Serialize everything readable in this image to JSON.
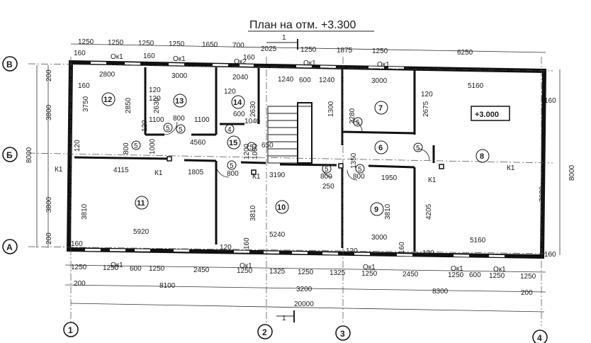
{
  "title": "План на отм. +3.300",
  "level_mark": "+3.000",
  "axes": {
    "letters": [
      "В",
      "Б",
      "А"
    ],
    "numbers": [
      "1",
      "2",
      "3",
      "4"
    ]
  },
  "rooms": [
    "11",
    "12",
    "13",
    "14",
    "15",
    "6",
    "7",
    "8",
    "9",
    "10"
  ],
  "door_marks": [
    "5",
    "5",
    "5",
    "5",
    "5",
    "5",
    "5",
    "5",
    "5",
    "4"
  ],
  "section_mark": "1",
  "window_labels": [
    "Ок1",
    "Ок1",
    "Ок2",
    "Ок1",
    "Ок1",
    "Ок1",
    "Ок1",
    "Ок1",
    "Ок1",
    "Ок1"
  ],
  "column_labels": [
    "К1",
    "К1",
    "К1",
    "К1",
    "К1"
  ],
  "dims_top": [
    "1250",
    "1250",
    "1250",
    "1250",
    "1650",
    "700",
    "2025",
    "1250",
    "1875",
    "1250",
    "6250",
    "160",
    "160",
    "160"
  ],
  "dims_bottom_row1": [
    "1250",
    "1250",
    "600",
    "1250",
    "2450",
    "1250",
    "1325",
    "1250",
    "1325",
    "1250",
    "2450",
    "1250",
    "600",
    "1250",
    "1250"
  ],
  "dims_bottom_row2": [
    "200",
    "8100",
    "3200",
    "8300",
    "200"
  ],
  "dims_total": "20000",
  "dims_left": [
    "200",
    "3800",
    "8000",
    "3800",
    "200"
  ],
  "dims_right": [
    "160",
    "8000",
    "160"
  ],
  "dims_inner": [
    "2800",
    "3000",
    "2040",
    "1240",
    "600",
    "1240",
    "3000",
    "5160",
    "160",
    "3750",
    "2850",
    "2630",
    "120",
    "120",
    "120",
    "1100",
    "800",
    "1100",
    "120",
    "600",
    "2630",
    "1040",
    "2280",
    "2675",
    "1300",
    "120",
    "1000",
    "4560",
    "800",
    "120",
    "1200",
    "1000",
    "650",
    "4115",
    "1805",
    "800",
    "3190",
    "800",
    "250",
    "1350",
    "800",
    "1950",
    "7680",
    "4205",
    "3810",
    "3810",
    "3810",
    "5920",
    "5240",
    "3000",
    "5160",
    "160",
    "120",
    "120",
    "160",
    "160",
    "120"
  ]
}
